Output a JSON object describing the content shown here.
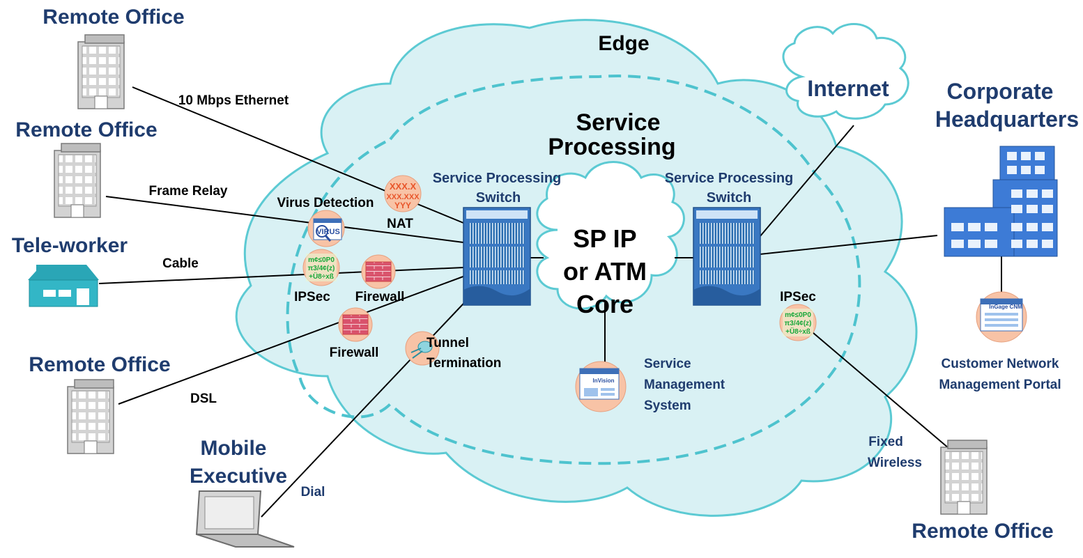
{
  "regions": {
    "edge": "Edge",
    "service_processing": [
      "Service",
      "Processing"
    ],
    "core": [
      "SP IP",
      "or ATM",
      "Core"
    ],
    "internet": "Internet"
  },
  "sites": {
    "remote_office_1": "Remote Office",
    "remote_office_2": "Remote Office",
    "tele_worker": "Tele-worker",
    "remote_office_3": "Remote Office",
    "mobile_executive": [
      "Mobile",
      "Executive"
    ],
    "corporate_hq": [
      "Corporate",
      "Headquarters"
    ],
    "remote_office_4": "Remote Office"
  },
  "links": {
    "ethernet": "10 Mbps Ethernet",
    "frame_relay": "Frame Relay",
    "cable": "Cable",
    "dsl": "DSL",
    "dial": "Dial",
    "fixed_wireless": [
      "Fixed",
      "Wireless"
    ]
  },
  "switches": {
    "left": [
      "Service Processing",
      "Switch"
    ],
    "right": [
      "Service Processing",
      "Switch"
    ]
  },
  "services": {
    "virus_detection": "Virus Detection",
    "nat": "NAT",
    "ipsec_left": "IPSec",
    "firewall_1": "Firewall",
    "firewall_2": "Firewall",
    "tunnel_termination": [
      "Tunnel",
      "Termination"
    ],
    "ipsec_right": "IPSec"
  },
  "management": {
    "sms": [
      "Service",
      "Management",
      "System"
    ],
    "cnm_portal": [
      "Customer Network",
      "Management Portal"
    ]
  },
  "icon_text": {
    "virus": "VIRUS",
    "nat": [
      "XXX.X",
      "XXX.XXX",
      "YYY"
    ],
    "ipsec": [
      "m¢≤0P0",
      "π3/4¢(z)",
      "+Ü8÷xß"
    ],
    "sms_window": "InVision",
    "cnm_window": "InGage CNM"
  },
  "colors": {
    "title": "#1f3c6e",
    "cloud_fill": "#d9f1f4",
    "cloud_stroke": "#5ccad3",
    "building": "#3d7bd6",
    "house": "#33b6c6",
    "service_disc": "#f8c3a6"
  }
}
